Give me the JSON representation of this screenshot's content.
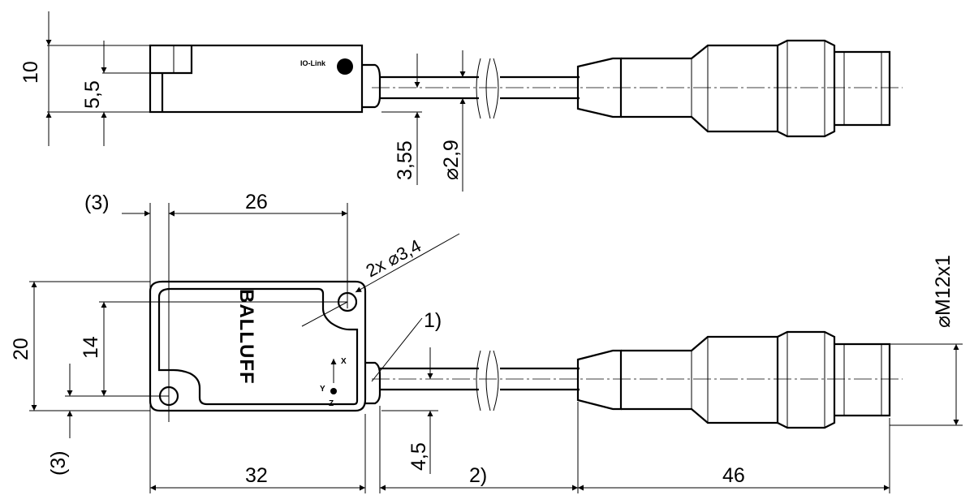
{
  "drawing": {
    "top_view": {
      "dim_height": "10",
      "dim_sub_height": "5,5",
      "dim_cable_offset": "3,55",
      "dim_cable_diameter": "⌀2,9",
      "io_link_label": "IO-Link"
    },
    "front_view": {
      "dim_edge_offset_top": "(3)",
      "dim_hole_spacing_x": "26",
      "dim_holes": "2x ⌀3,4",
      "dim_thread": "⌀M12x1",
      "dim_height": "20",
      "dim_hole_spacing_y": "14",
      "dim_edge_offset_bottom": "(3)",
      "dim_cable_exit": "4,5",
      "footnote_1": "1)",
      "brand": "BALLUFF",
      "axis_x": "X",
      "axis_y": "Y",
      "axis_z": "Z"
    },
    "bottom_dims": {
      "length_body": "32",
      "length_cable": "2)",
      "length_connector": "46"
    }
  }
}
